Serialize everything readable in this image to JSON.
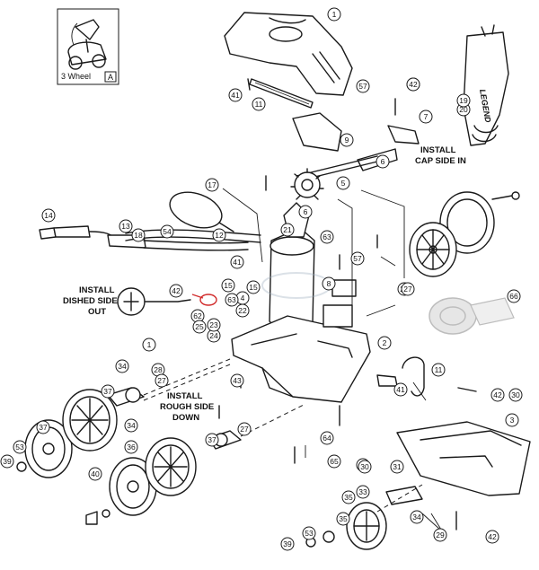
{
  "inset": {
    "model_label": "3 Wheel",
    "model_code": "A"
  },
  "brand_logo_text": "LEGEND",
  "notes": {
    "install_cap": [
      "INSTALL",
      "CAP SIDE IN"
    ],
    "dished_side": [
      "INSTALL",
      "DISHED SIDE",
      "OUT"
    ],
    "rough_side": [
      "INSTALL",
      "ROUGH SIDE",
      "DOWN"
    ]
  },
  "callouts": [
    "1",
    "41",
    "11",
    "57",
    "42",
    "7",
    "9",
    "6",
    "42",
    "5",
    "17",
    "6",
    "14",
    "13",
    "18",
    "54",
    "12",
    "21",
    "63",
    "41",
    "8",
    "57",
    "15",
    "15",
    "42",
    "4",
    "63",
    "62",
    "22",
    "25",
    "24",
    "23",
    "27",
    "2",
    "11",
    "41",
    "43",
    "34",
    "28",
    "27",
    "37",
    "1",
    "34",
    "27",
    "37",
    "42",
    "30",
    "3",
    "53",
    "39",
    "37",
    "36",
    "40",
    "64",
    "65",
    "31",
    "32",
    "33",
    "30",
    "35",
    "35",
    "34",
    "29",
    "39",
    "53",
    "42",
    "20",
    "66",
    "19",
    "27"
  ],
  "colors": {
    "ink": "#1a1a1a",
    "background": "#ffffff",
    "highlight": "#d12b2b",
    "ghost_part": "#bdbdbd"
  }
}
